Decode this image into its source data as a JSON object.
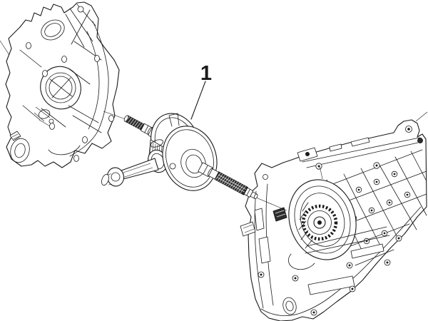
{
  "figure": {
    "kind": "exploded-parts-line-diagram",
    "background_color": "#ffffff",
    "line_color": "#1a1a1a",
    "callout": {
      "label": "1"
    },
    "parts": [
      {
        "ref": "1",
        "name": "crankshaft-with-connecting-rod",
        "position": "center"
      },
      {
        "ref": "",
        "name": "left-crankcase-half",
        "position": "top-left"
      },
      {
        "ref": "",
        "name": "right-crankcase-half",
        "position": "bottom-right"
      }
    ]
  }
}
